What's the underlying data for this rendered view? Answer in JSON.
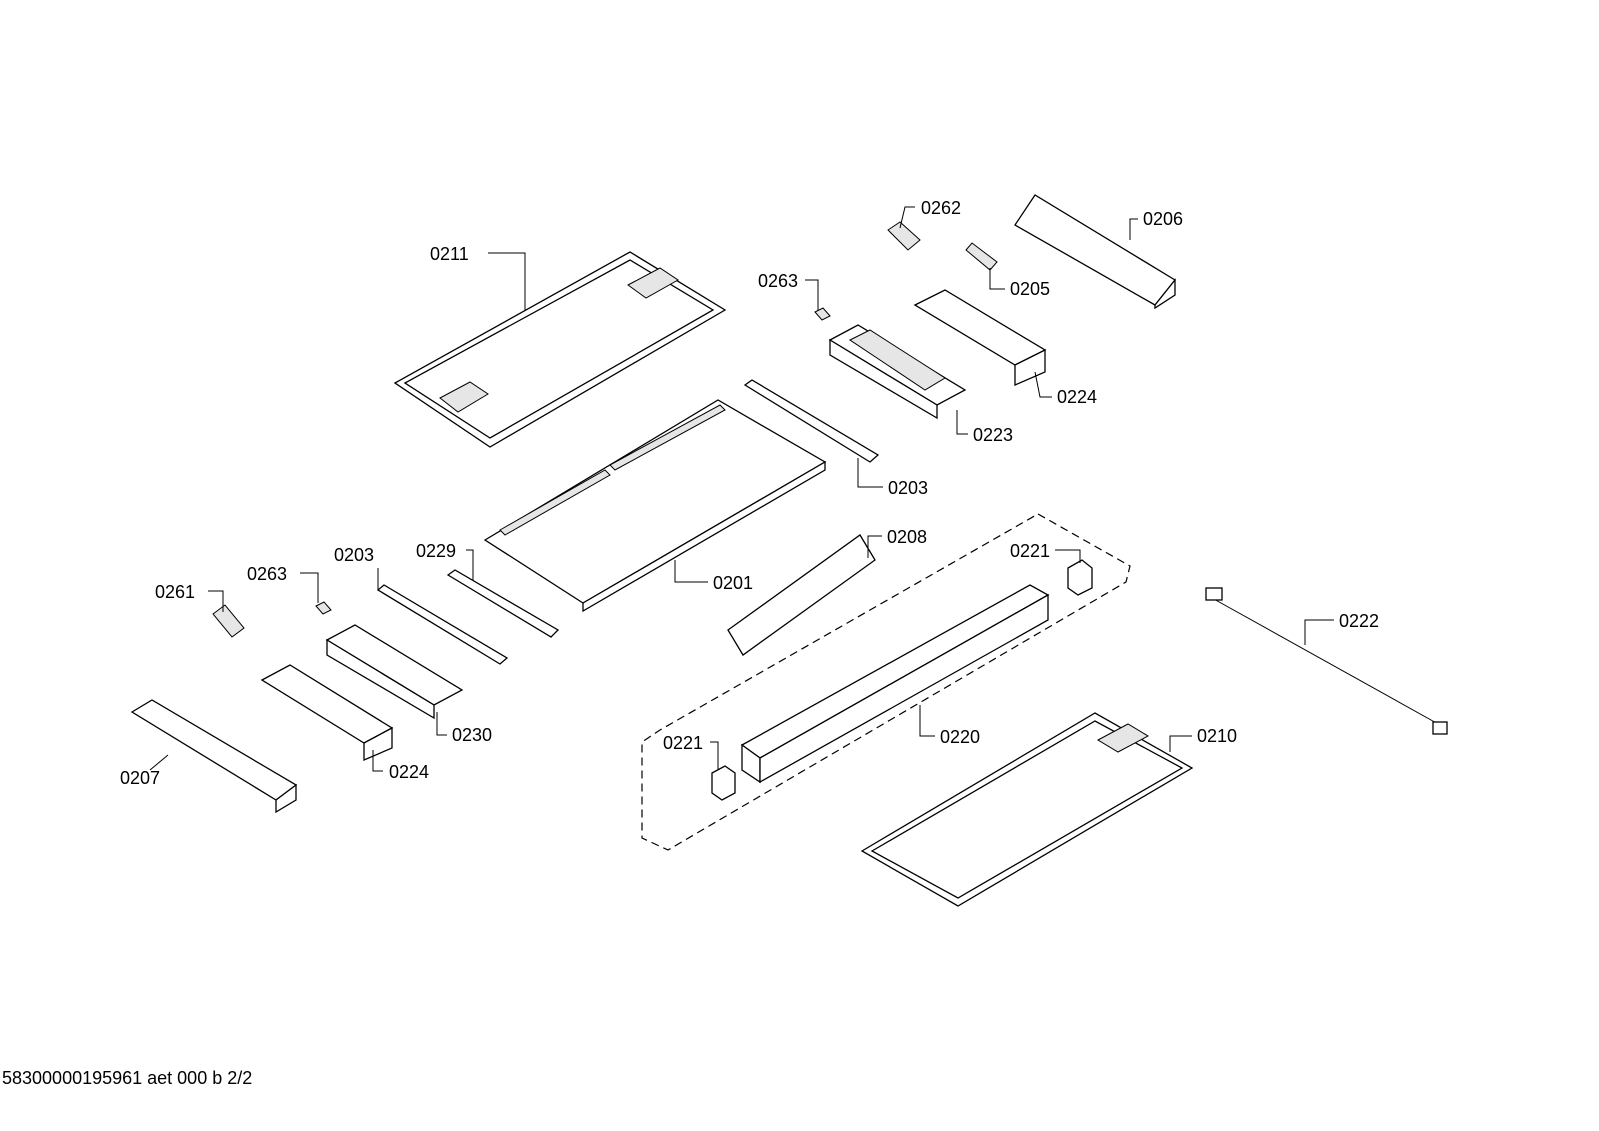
{
  "diagram": {
    "labels": {
      "p0211": "0211",
      "p0262": "0262",
      "p0206": "0206",
      "p0263a": "0263",
      "p0205": "0205",
      "p0224a": "0224",
      "p0223": "0223",
      "p0203a": "0203",
      "p0208": "0208",
      "p0221a": "0221",
      "p0222": "0222",
      "p0201": "0201",
      "p0229": "0229",
      "p0203b": "0203",
      "p0263b": "0263",
      "p0261": "0261",
      "p0230": "0230",
      "p0224b": "0224",
      "p0207": "0207",
      "p0220": "0220",
      "p0221b": "0221",
      "p0210": "0210"
    }
  },
  "footer": {
    "text": "58300000195961 aet 000 b 2/2"
  }
}
